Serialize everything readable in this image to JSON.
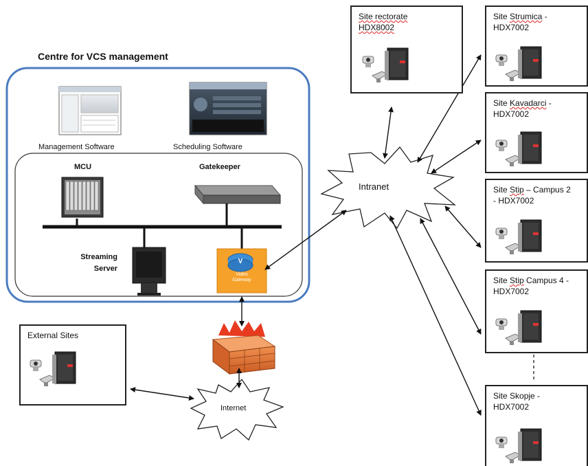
{
  "centre": {
    "title": "Centre for VCS management",
    "management_software": "Management Software",
    "scheduling_software": "Scheduling Software",
    "mcu": "MCU",
    "gatekeeper": "Gatekeeper",
    "streaming_server_line1": "Streaming",
    "streaming_server_line2": "Server",
    "video_gateway_line1": "Video",
    "video_gateway_line2": "Gateway"
  },
  "clouds": {
    "intranet": "Intranet",
    "internet": "Internet"
  },
  "sites": {
    "rectorate": {
      "line1": "Site rectorate",
      "line2": "HDX8002"
    },
    "strumica": {
      "prefix": "Site ",
      "name": "Strumica",
      "suffix": " -",
      "line2": "HDX7002"
    },
    "kavadarci": {
      "prefix": "Site ",
      "name": "Kavadarci",
      "suffix": " -",
      "line2": "HDX7002"
    },
    "stip2": {
      "prefix": "Site ",
      "name": "Stip",
      "suffix": " – Campus 2",
      "line2": "- HDX7002"
    },
    "stip4": {
      "prefix": "Site ",
      "name": "Stip",
      "suffix": " Campus 4 -",
      "line2": "HDX7002"
    },
    "skopje": {
      "line1": "Site Skopje -",
      "line2": "HDX7002"
    },
    "external": {
      "line1": "External Sites"
    }
  },
  "colors": {
    "centre_border": "#4a7cc0",
    "gateway": "#f5a12a",
    "firewall": "#e8743a",
    "line": "#111111"
  }
}
